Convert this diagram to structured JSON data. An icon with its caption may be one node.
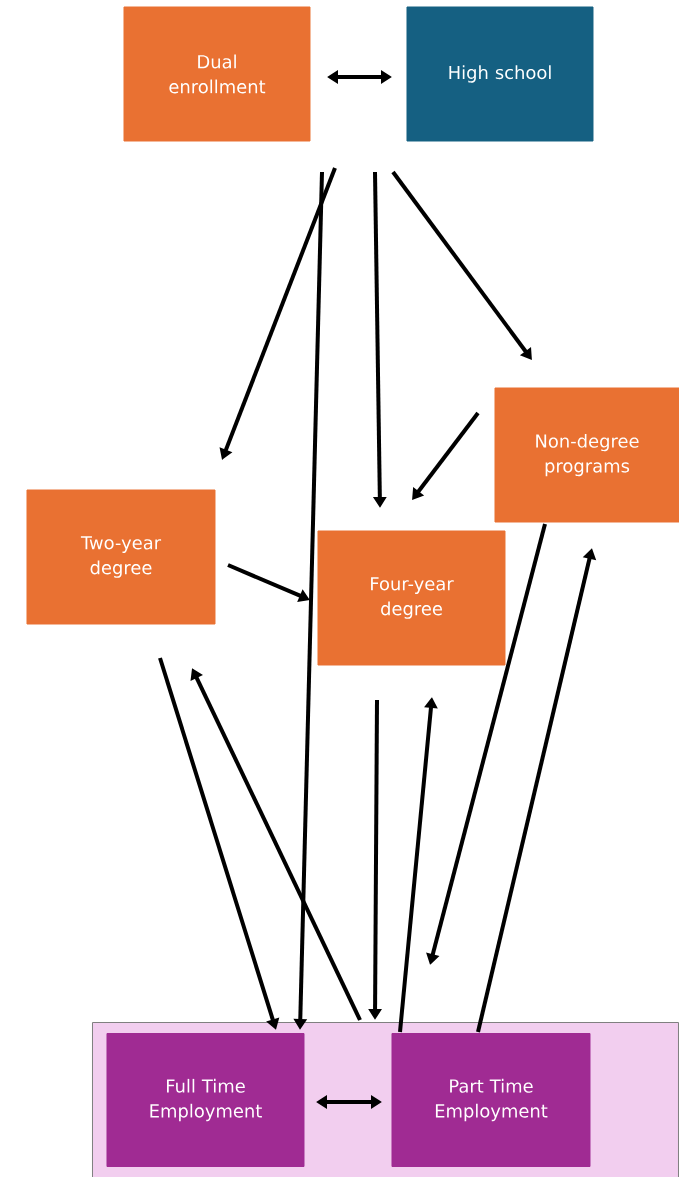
{
  "diagram": {
    "nodes": [
      {
        "text": [
          "Dual enrollment"
        ]
      },
      {
        "text": [
          "High school"
        ]
      },
      {
        "text": [
          "Non-degree programs"
        ]
      },
      {
        "text": [
          "Two-year degree"
        ]
      },
      {
        "text": [
          "Four-year degree"
        ]
      },
      {
        "text": [],
        "shape": "box"
      },
      {
        "text": [
          "Full Time Employment"
        ],
        "in": 5
      },
      {
        "text": [
          "Part Time Employment"
        ],
        "in": 5
      }
    ],
    "edges": [
      {
        "from": 0,
        "to": 1,
        "arrow": "both"
      },
      {
        "from": 0,
        "to": 3,
        "arrow": "to"
      },
      {
        "from": 0,
        "to": 6,
        "arrow": "to"
      },
      {
        "from": 1,
        "to": 4,
        "arrow": "to"
      },
      {
        "from": 1,
        "to": 2,
        "arrow": "to"
      },
      {
        "from": 2,
        "to": 4,
        "arrow": "to"
      },
      {
        "from": 3,
        "to": 4,
        "arrow": "to"
      },
      {
        "from": 3,
        "to": 6,
        "arrow": "to"
      },
      {
        "from": 5,
        "to": 3,
        "arrow": "to"
      },
      {
        "from": 4,
        "to": 5,
        "arrow": "to"
      },
      {
        "from": 7,
        "to": 4,
        "arrow": "to"
      },
      {
        "from": 2,
        "to": 7,
        "arrow": "to"
      },
      {
        "from": 7,
        "to": 2,
        "arrow": "to"
      },
      {
        "from": 6,
        "to": 7,
        "arrow": "both"
      }
    ]
  }
}
